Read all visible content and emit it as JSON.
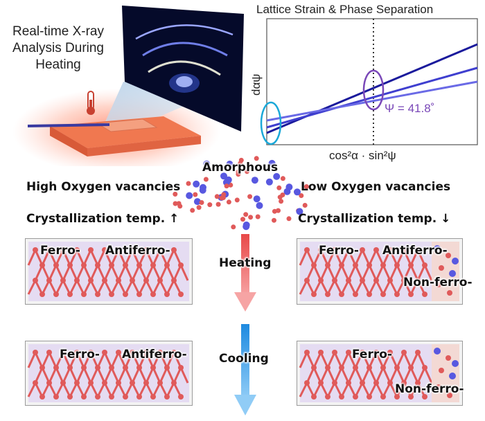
{
  "setup": {
    "caption_line1": "Real-time X-ray",
    "caption_line2": "Analysis During",
    "caption_line3": "Heating"
  },
  "plot": {
    "title": "Lattice Strain & Phase Separation",
    "ylabel": "dαψ",
    "xlabel": "cos²α · sin²ψ",
    "annotation": "Ψ = 41.8˚"
  },
  "center": {
    "amorphous": "Amorphous",
    "heating": "Heating",
    "cooling": "Cooling"
  },
  "left": {
    "vacancies": "High Oxygen vacancies",
    "crystallization": "Crystallization temp. ↑",
    "heated_ferro": "Ferro-",
    "heated_antiferro": "Antiferro-",
    "cooled_ferro": "Ferro-",
    "cooled_antiferro": "Antiferro-"
  },
  "right": {
    "vacancies": "Low Oxygen vacancies",
    "crystallization": "Crystallization temp. ↓",
    "heated_ferro": "Ferro-",
    "heated_antiferro": "Antiferro-",
    "heated_nonferro": "Non-ferro-",
    "cooled_ferro": "Ferro-",
    "cooled_nonferro": "Non-ferro-"
  },
  "colors": {
    "oxygen": "#e05a5a",
    "metal": "#5858e0",
    "line_dark": "#1a1a9c",
    "line_mid": "#3f3fcf",
    "line_light": "#6a6ae6",
    "cyan_ellipse": "#1aa8d8",
    "purple_ellipse": "#7a48b8",
    "heating_arrow": "#e85050",
    "cooling_arrow": "#3aa0e8"
  }
}
